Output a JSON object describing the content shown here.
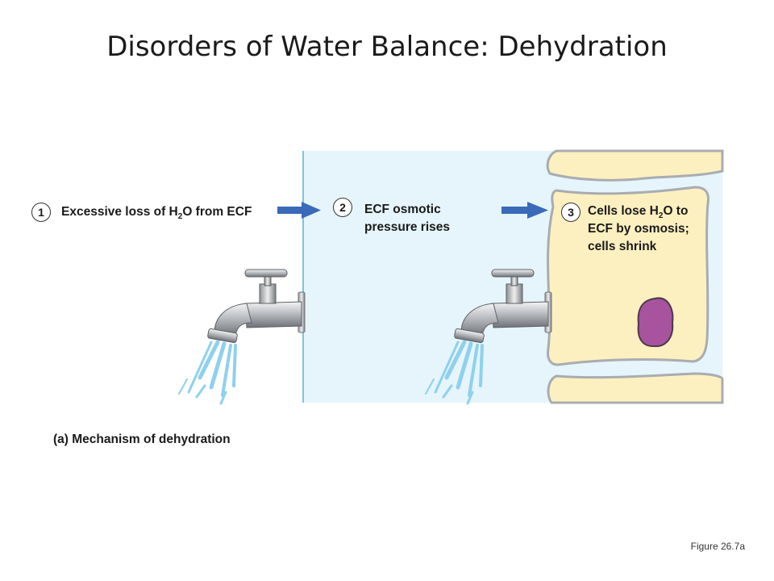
{
  "title": "Disorders of Water Balance: Dehydration",
  "steps": [
    {
      "number": "1",
      "label_parts": [
        "Excessive loss of H",
        "2",
        "O from ECF"
      ]
    },
    {
      "number": "2",
      "label": "ECF osmotic pressure rises"
    },
    {
      "number": "3",
      "label_parts": [
        "Cells lose H",
        "2",
        "O to ECF by osmosis; cells shrink"
      ]
    }
  ],
  "caption": "(a) Mechanism of dehydration",
  "figure_ref": "Figure 26.7a",
  "colors": {
    "ecf_fill": "#e5f5fb",
    "ecf_border": "#7fc3e0",
    "cell_fill": "#fdf0c0",
    "cell_border": "#a9acb0",
    "nucleus": "#a8539e",
    "arrow": "#3a6ab8",
    "water": "#8fd0ee"
  },
  "icons": [
    "water-faucet-icon",
    "water-stream-icon",
    "right-arrow-icon",
    "shrunken-cell-nucleus-icon"
  ]
}
